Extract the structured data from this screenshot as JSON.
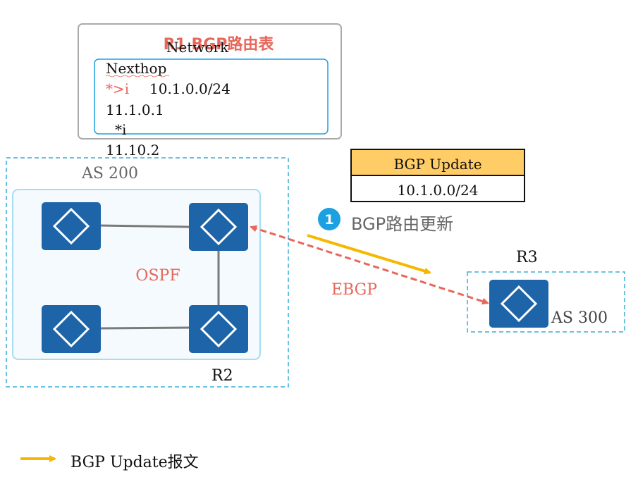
{
  "route_table": {
    "title": "R1 BGP路由表",
    "header_network": "Network",
    "header_nexthop": "Nexthop",
    "best_marker": "*>i",
    "best_network": "10.1.0.0/24",
    "best_nexthop": "11.1.0.1",
    "alt_marker": "*i",
    "alt_nexthop": "11.10.2"
  },
  "update_box": {
    "header": "BGP Update",
    "prefix": "10.1.0.0/24",
    "header_color": "#FFCC66"
  },
  "step": {
    "number": "1",
    "label": "BGP路由更新"
  },
  "as200": {
    "label": "AS 200",
    "igp_label": "OSPF",
    "router_label": "R2"
  },
  "as300": {
    "label": "AS 300",
    "router_label": "R3"
  },
  "ebgp_label": "EBGP",
  "legend": {
    "label": "BGP Update报文"
  },
  "colors": {
    "router_fill": "#1E64A8",
    "dashed_border": "#3AAED8",
    "ebgp": "#E8665A",
    "update_arrow": "#F5B800",
    "title_red": "#E8665A",
    "step_circle": "#1BA1E2"
  },
  "icons": {
    "router": "router-icon"
  }
}
